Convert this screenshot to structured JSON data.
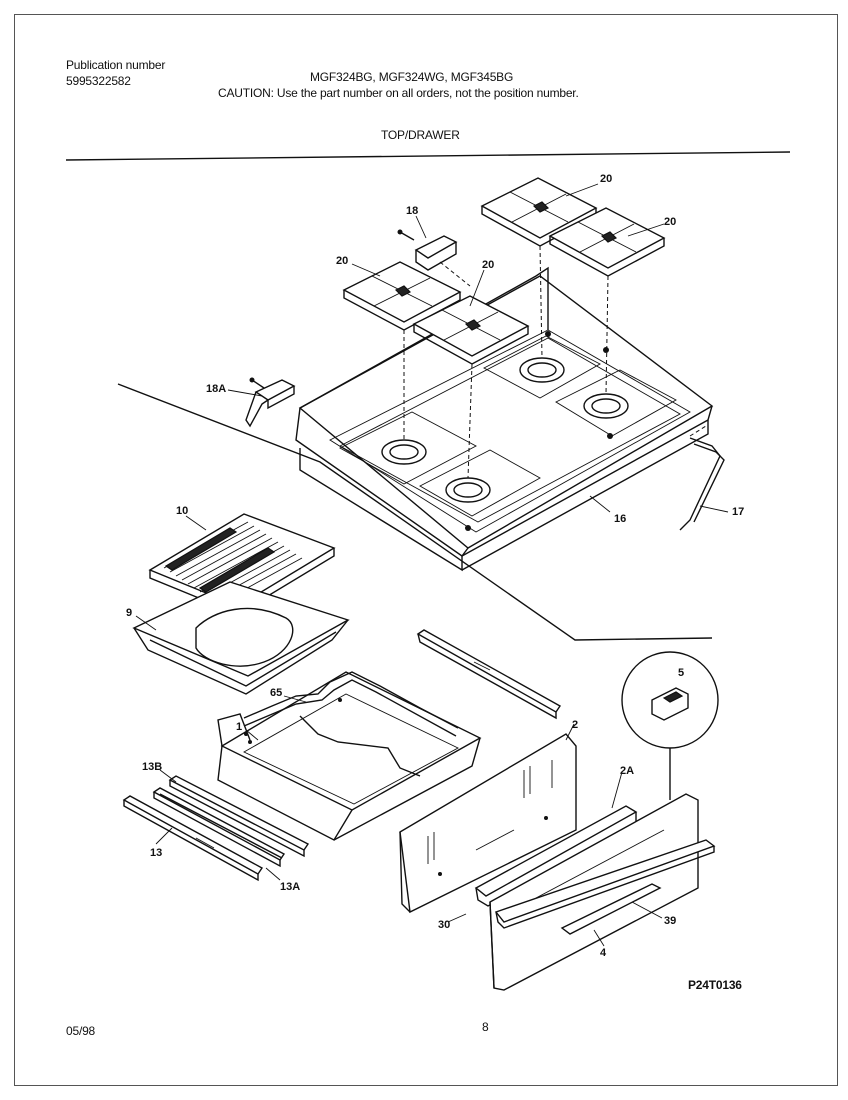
{
  "header": {
    "publication_label": "Publication number",
    "publication_number": "5995322582",
    "models": "MGF324BG, MGF324WG, MGF345BG",
    "caution": "CAUTION:  Use the part number on all orders, not the position number.",
    "section_title": "TOP/DRAWER"
  },
  "diagram": {
    "callouts": {
      "c20a": "20",
      "c20b": "20",
      "c20c": "20",
      "c20d": "20",
      "c18": "18",
      "c18a": "18A",
      "c16": "16",
      "c17": "17",
      "c10": "10",
      "c9": "9",
      "c65": "65",
      "c1": "1",
      "c2": "2",
      "c5": "5",
      "c2a": "2A",
      "c13b": "13B",
      "c13": "13",
      "c13a": "13A",
      "c30": "30",
      "c39": "39",
      "c4": "4"
    },
    "drawing_number": "P24T0136"
  },
  "footer": {
    "date": "05/98",
    "page_number": "8"
  }
}
